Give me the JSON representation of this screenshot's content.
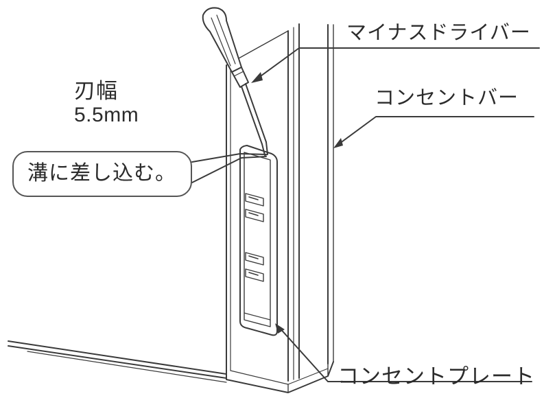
{
  "labels": {
    "screwdriver": "マイナスドライバー",
    "outlet_bar": "コンセントバー",
    "outlet_plate": "コンセントプレート",
    "blade_width_title": "刃幅",
    "blade_width_value": "5.5mm",
    "callout": "溝に差し込む。"
  },
  "colors": {
    "line": "#3a3a3a",
    "text": "#2b2b2b",
    "background": "#ffffff"
  }
}
